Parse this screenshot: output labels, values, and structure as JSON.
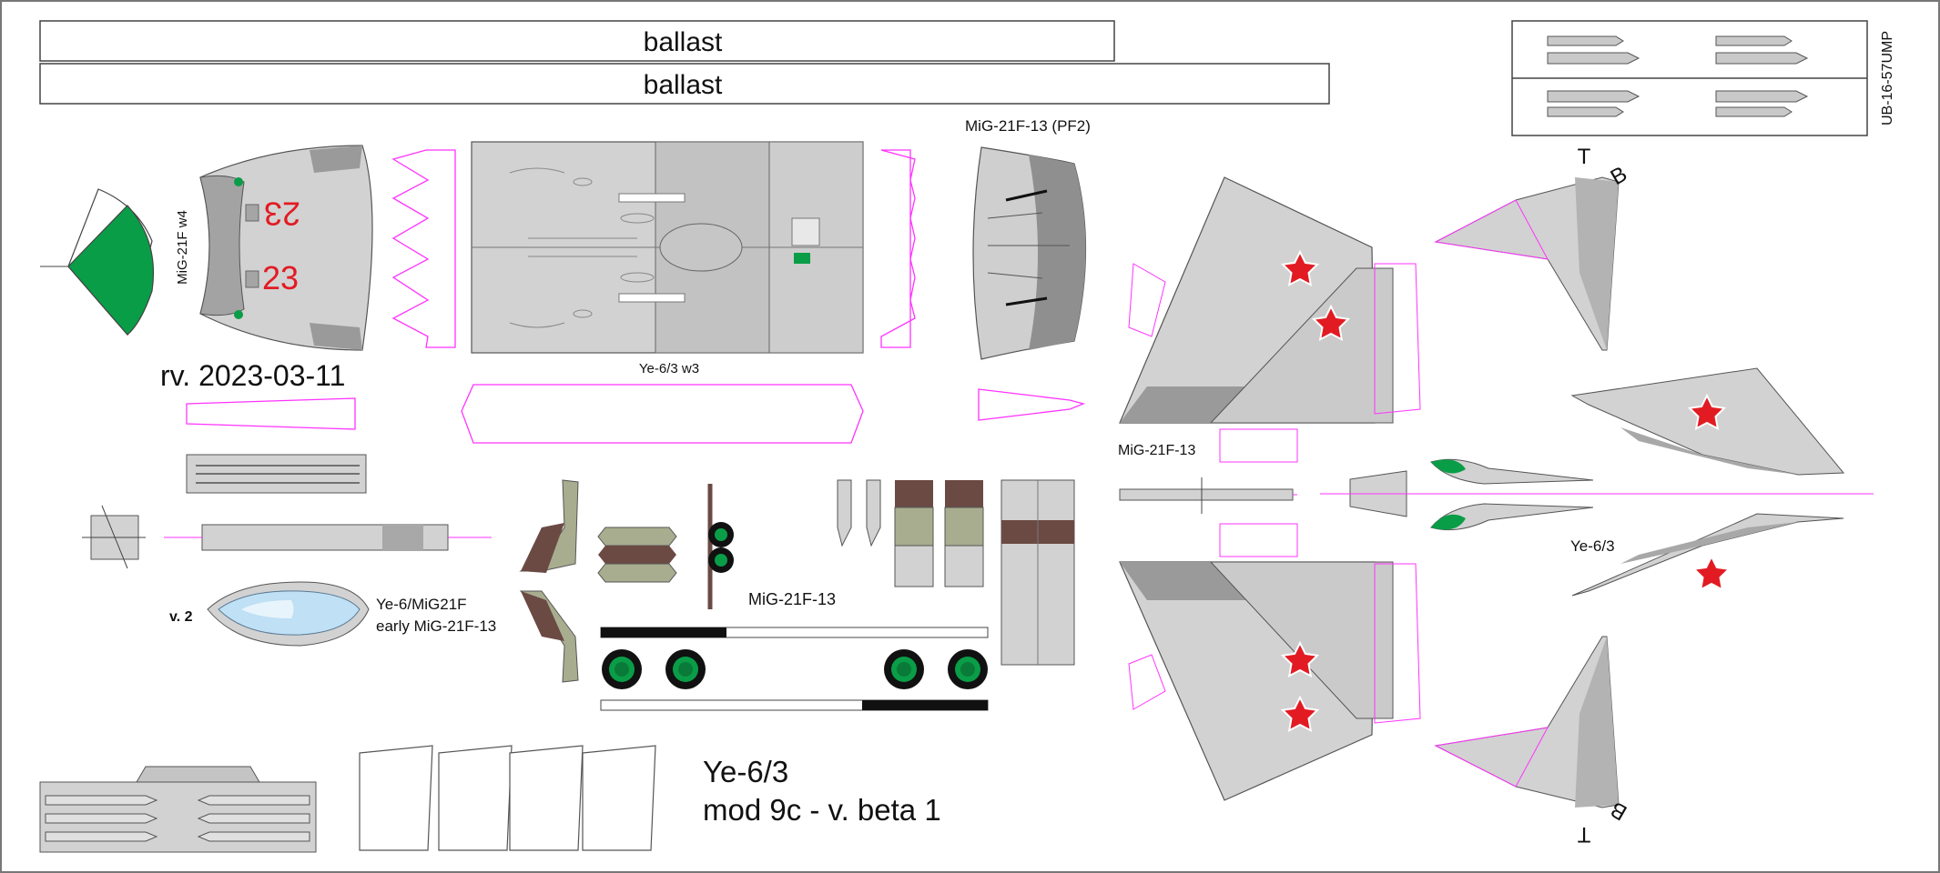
{
  "ballast": {
    "label_1": "ballast",
    "label_2": "ballast"
  },
  "revision": "rv. 2023-03-11",
  "labels": {
    "mig21f_w4": "MiG-21F w4",
    "mig21f13_pf2": "MiG-21F-13 (PF2)",
    "ye63_w3": "Ye-6/3 w3",
    "mig21f13_wing": "MiG-21F-13",
    "mig21f13_gear": "MiG-21F-13",
    "canopy_line1": "Ye-6/MiG21F",
    "canopy_line2": "early MiG-21F-13",
    "canopy_version": "v. 2",
    "ye63_tail": "Ye-6/3",
    "ub_pod": "UB-16-57UMP",
    "title_line1": "Ye-6/3",
    "title_line2": "mod 9c - v. beta 1",
    "mark_t_top": "T",
    "mark_b_top": "B",
    "mark_t_bottom": "T",
    "mark_b_bottom": "B"
  },
  "tail_numbers": {
    "upper": "23",
    "lower": "23"
  },
  "colors": {
    "panel_gray": "#d2d2d2",
    "panel_dark": "#9a9a9a",
    "line": "#555555",
    "glue_tab": "#ff33ff",
    "green": "#0a9d48",
    "red_star": "#e21b23",
    "brown": "#6b4a44",
    "olive": "#a8ad8f",
    "canopy_blue": "#bfe0f5"
  }
}
